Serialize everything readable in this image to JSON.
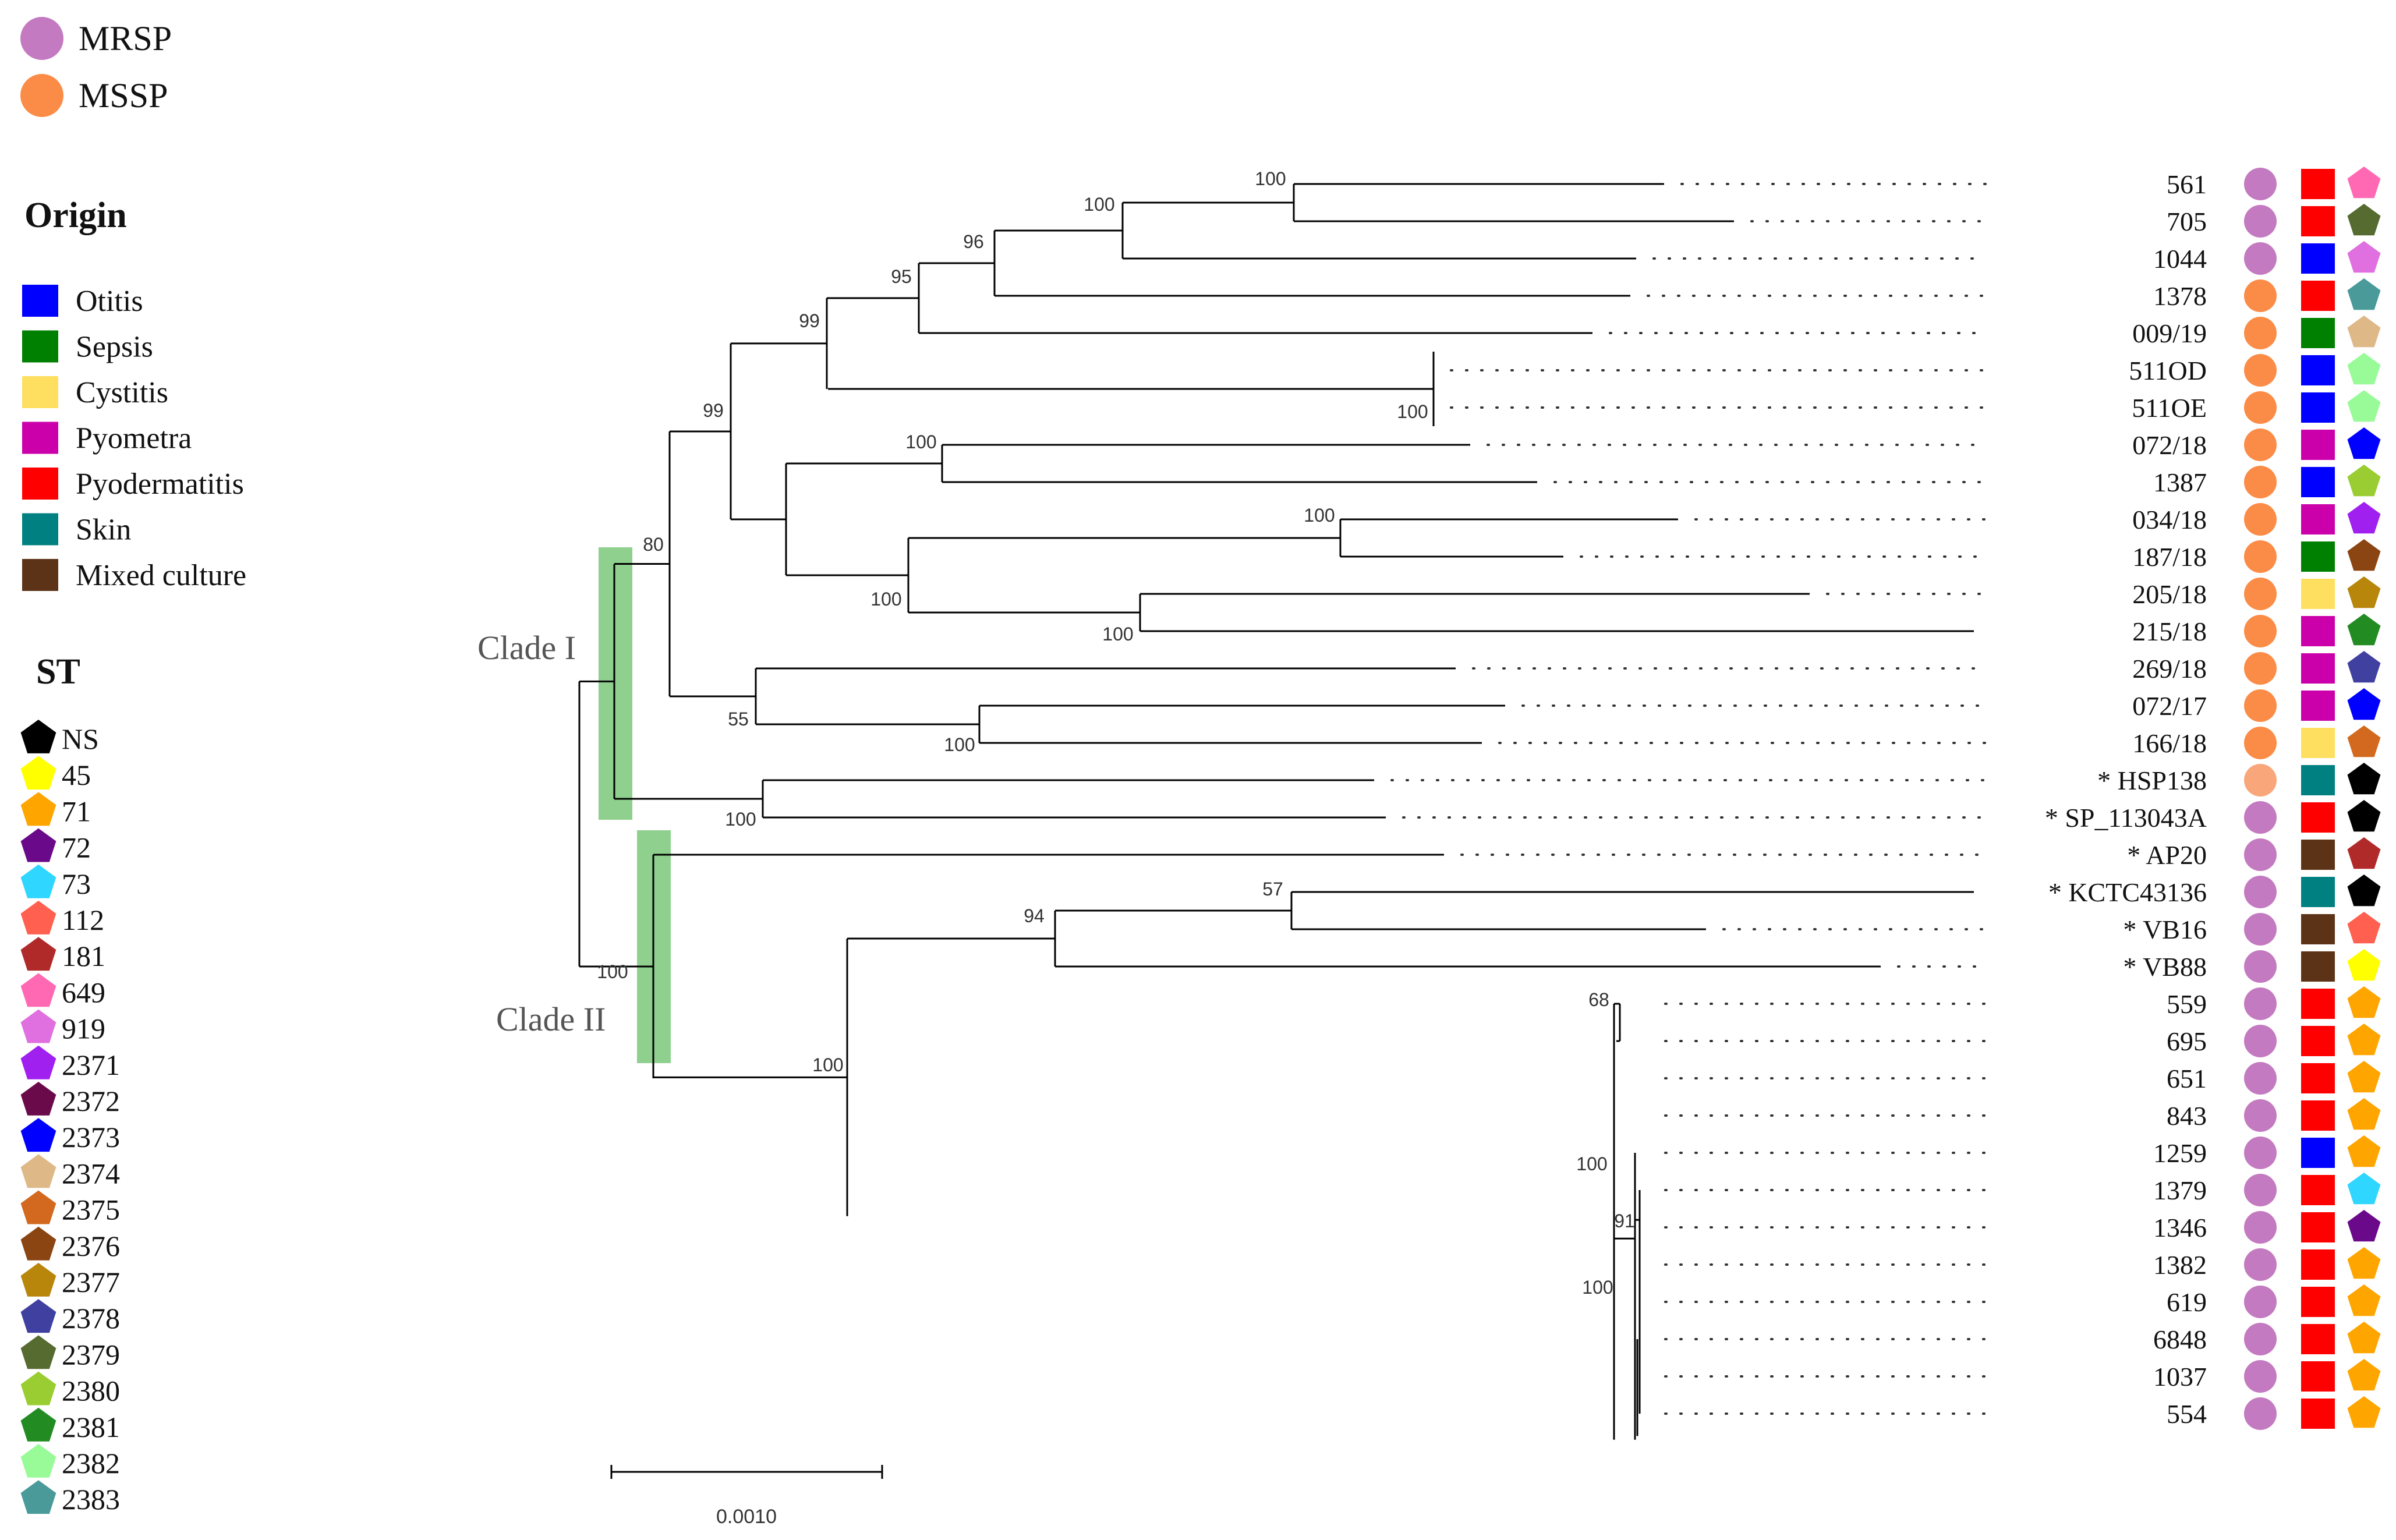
{
  "legend_status": {
    "items": [
      {
        "label": "MRSP",
        "color": "#c47ac0"
      },
      {
        "label": "MSSP",
        "color": "#fb8c47"
      }
    ]
  },
  "legend_origin": {
    "title": "Origin",
    "items": [
      {
        "label": "Otitis",
        "color": "#0000ff"
      },
      {
        "label": "Sepsis",
        "color": "#008000"
      },
      {
        "label": "Cystitis",
        "color": "#ffdf5f"
      },
      {
        "label": "Pyometra",
        "color": "#cc00aa"
      },
      {
        "label": "Pyodermatitis",
        "color": "#ff0000"
      },
      {
        "label": "Skin",
        "color": "#008080"
      },
      {
        "label": "Mixed culture",
        "color": "#5c3317"
      }
    ]
  },
  "legend_st": {
    "title": "ST",
    "items": [
      {
        "label": "NS",
        "color": "#000000"
      },
      {
        "label": "45",
        "color": "#ffff00"
      },
      {
        "label": "71",
        "color": "#ffa500"
      },
      {
        "label": "72",
        "color": "#6a0a8a"
      },
      {
        "label": "73",
        "color": "#2fd6ff"
      },
      {
        "label": "112",
        "color": "#ff6050"
      },
      {
        "label": "181",
        "color": "#b02a2a"
      },
      {
        "label": "649",
        "color": "#ff69b4"
      },
      {
        "label": "919",
        "color": "#e070e0"
      },
      {
        "label": "2371",
        "color": "#a020f0"
      },
      {
        "label": "2372",
        "color": "#6b0a4a"
      },
      {
        "label": "2373",
        "color": "#0000ff"
      },
      {
        "label": "2374",
        "color": "#deb887"
      },
      {
        "label": "2375",
        "color": "#d2691e"
      },
      {
        "label": "2376",
        "color": "#8b4513"
      },
      {
        "label": "2377",
        "color": "#b8860b"
      },
      {
        "label": "2378",
        "color": "#4040a0"
      },
      {
        "label": "2379",
        "color": "#556b2f"
      },
      {
        "label": "2380",
        "color": "#9acd32"
      },
      {
        "label": "2381",
        "color": "#228b22"
      },
      {
        "label": "2382",
        "color": "#98fb98"
      },
      {
        "label": "2383",
        "color": "#4a9a9a"
      }
    ]
  },
  "tree": {
    "clade_labels": [
      "Clade I",
      "Clade II"
    ],
    "clade_bar_color": "#8fd08f",
    "scale_label": "0.0010",
    "support_values": [
      "100",
      "100",
      "96",
      "95",
      "99",
      "100",
      "99",
      "100",
      "100",
      "100",
      "100",
      "80",
      "55",
      "100",
      "100",
      "94",
      "57",
      "100",
      "100",
      "68",
      "100",
      "91",
      "100"
    ]
  },
  "taxa": [
    {
      "name": "561",
      "status": "MRSP",
      "origin": "Pyodermatitis",
      "st": "649"
    },
    {
      "name": "705",
      "status": "MRSP",
      "origin": "Pyodermatitis",
      "st": "2379"
    },
    {
      "name": "1044",
      "status": "MRSP",
      "origin": "Otitis",
      "st": "919"
    },
    {
      "name": "1378",
      "status": "MSSP",
      "origin": "Pyodermatitis",
      "st": "2383"
    },
    {
      "name": "009/19",
      "status": "MSSP",
      "origin": "Sepsis",
      "st": "2374"
    },
    {
      "name": "511OD",
      "status": "MSSP",
      "origin": "Otitis",
      "st": "2382"
    },
    {
      "name": "511OE",
      "status": "MSSP",
      "origin": "Otitis",
      "st": "2382"
    },
    {
      "name": "072/18",
      "status": "MSSP",
      "origin": "Pyometra",
      "st": "2373"
    },
    {
      "name": "1387",
      "status": "MSSP",
      "origin": "Otitis",
      "st": "2380"
    },
    {
      "name": "034/18",
      "status": "MSSP",
      "origin": "Pyometra",
      "st": "2371"
    },
    {
      "name": "187/18",
      "status": "MSSP",
      "origin": "Sepsis",
      "st": "2376"
    },
    {
      "name": "205/18",
      "status": "MSSP",
      "origin": "Cystitis",
      "st": "2377"
    },
    {
      "name": "215/18",
      "status": "MSSP",
      "origin": "Pyometra",
      "st": "2381"
    },
    {
      "name": "269/18",
      "status": "MSSP",
      "origin": "Pyometra",
      "st": "2378"
    },
    {
      "name": "072/17",
      "status": "MSSP",
      "origin": "Pyometra",
      "st": "2373"
    },
    {
      "name": "166/18",
      "status": "MSSP",
      "origin": "Cystitis",
      "st": "2375"
    },
    {
      "name": "* HSP138",
      "status": "MSSP",
      "origin": "Skin",
      "st": "NS",
      "status_color": "#f9a77a"
    },
    {
      "name": "* SP_113043A",
      "status": "MRSP",
      "origin": "Pyodermatitis",
      "st": "NS"
    },
    {
      "name": "* AP20",
      "status": "MRSP",
      "origin": "Mixed culture",
      "st": "181"
    },
    {
      "name": "* KCTC43136",
      "status": "MRSP",
      "origin": "Skin",
      "st": "NS"
    },
    {
      "name": "* VB16",
      "status": "MRSP",
      "origin": "Mixed culture",
      "st": "112"
    },
    {
      "name": "* VB88",
      "status": "MRSP",
      "origin": "Mixed culture",
      "st": "45"
    },
    {
      "name": "559",
      "status": "MRSP",
      "origin": "Pyodermatitis",
      "st": "71"
    },
    {
      "name": "695",
      "status": "MRSP",
      "origin": "Pyodermatitis",
      "st": "71"
    },
    {
      "name": "651",
      "status": "MRSP",
      "origin": "Pyodermatitis",
      "st": "71"
    },
    {
      "name": "843",
      "status": "MRSP",
      "origin": "Pyodermatitis",
      "st": "71"
    },
    {
      "name": "1259",
      "status": "MRSP",
      "origin": "Otitis",
      "st": "71"
    },
    {
      "name": "1379",
      "status": "MRSP",
      "origin": "Pyodermatitis",
      "st": "73"
    },
    {
      "name": "1346",
      "status": "MRSP",
      "origin": "Pyodermatitis",
      "st": "72"
    },
    {
      "name": "1382",
      "status": "MRSP",
      "origin": "Pyodermatitis",
      "st": "71"
    },
    {
      "name": "619",
      "status": "MRSP",
      "origin": "Pyodermatitis",
      "st": "71"
    },
    {
      "name": "6848",
      "status": "MRSP",
      "origin": "Pyodermatitis",
      "st": "71"
    },
    {
      "name": "1037",
      "status": "MRSP",
      "origin": "Pyodermatitis",
      "st": "71"
    },
    {
      "name": "554",
      "status": "MRSP",
      "origin": "Pyodermatitis",
      "st": "71"
    }
  ]
}
